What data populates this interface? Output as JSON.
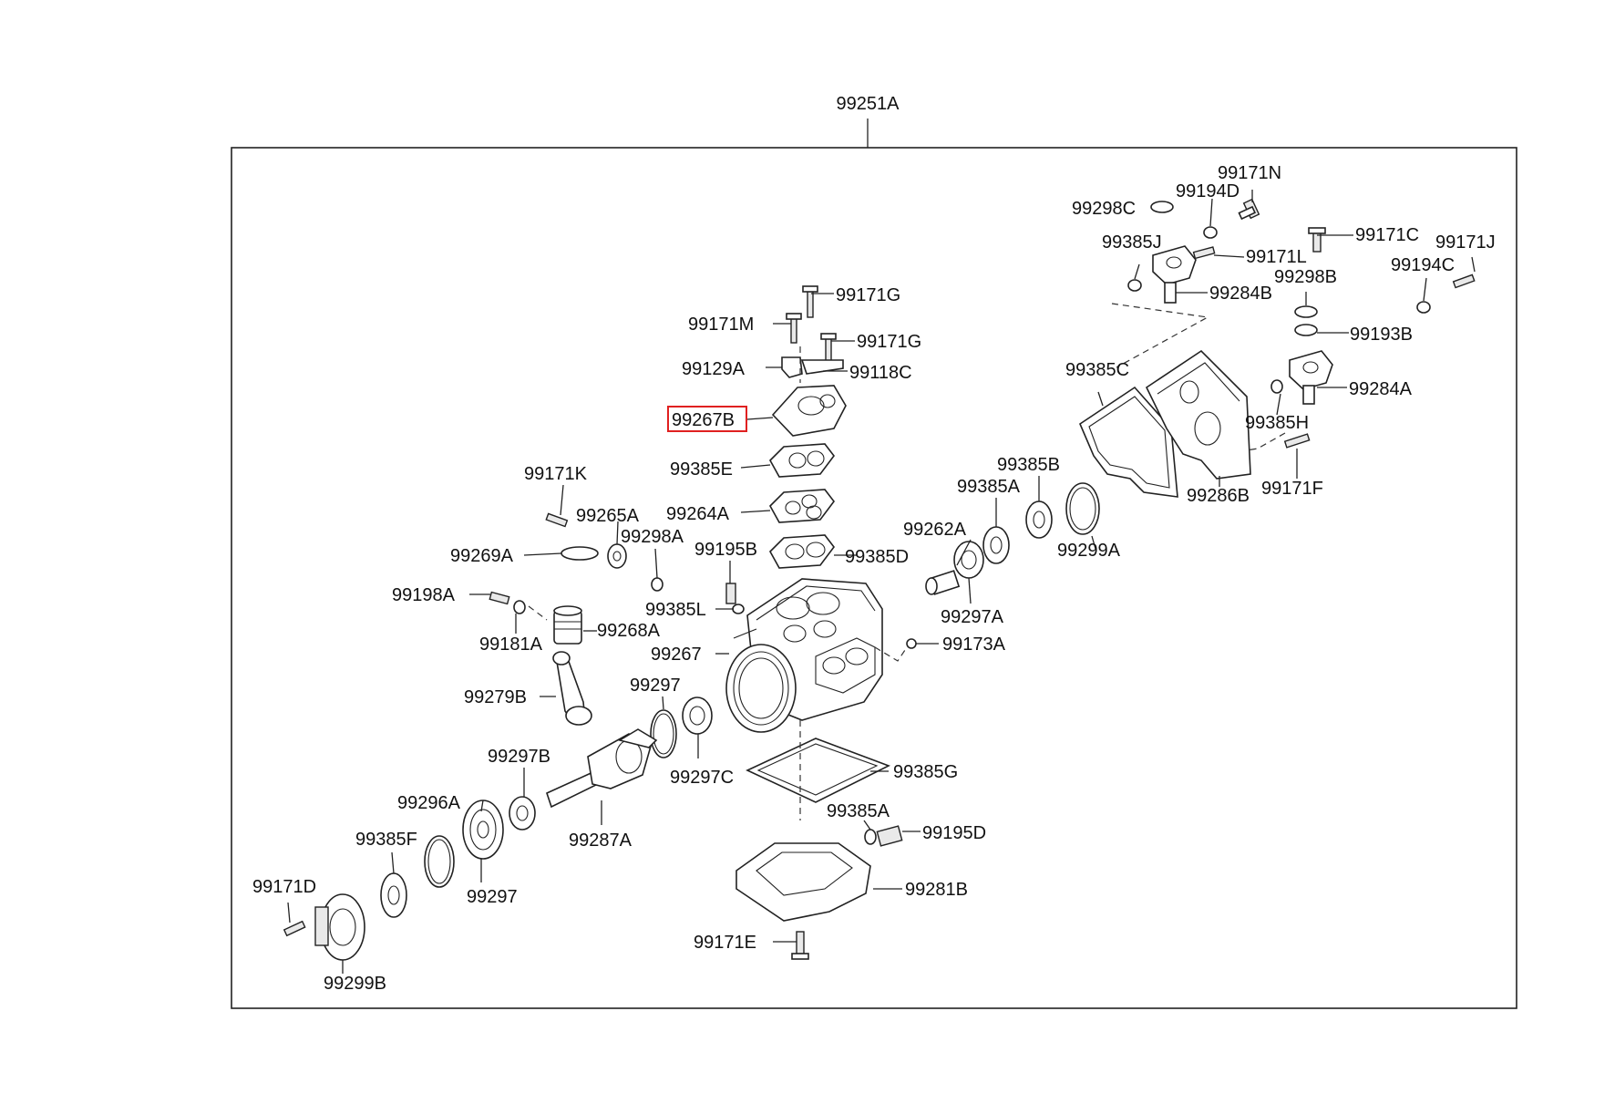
{
  "assembly_label": "99251A",
  "highlight_color": "#e02020",
  "parts": {
    "p99171N": "99171N",
    "p99194D": "99194D",
    "p99298C": "99298C",
    "p99385J": "99385J",
    "p99171C": "99171C",
    "p99171J": "99171J",
    "p99171L": "99171L",
    "p99298B": "99298B",
    "p99194C": "99194C",
    "p99284B": "99284B",
    "p99193B": "99193B",
    "p99171G_a": "99171G",
    "p99171M": "99171M",
    "p99171G_b": "99171G",
    "p99129A": "99129A",
    "p99118C": "99118C",
    "p99385C": "99385C",
    "p99284A": "99284A",
    "p99267B": "99267B",
    "p99385H": "99385H",
    "p99385E": "99385E",
    "p99385B": "99385B",
    "p99171K": "99171K",
    "p99385A_top": "99385A",
    "p99286B": "99286B",
    "p99171F": "99171F",
    "p99264A": "99264A",
    "p99265A": "99265A",
    "p99262A": "99262A",
    "p99298A": "99298A",
    "p99269A": "99269A",
    "p99195B": "99195B",
    "p99385D": "99385D",
    "p99299A": "99299A",
    "p99198A": "99198A",
    "p99385L": "99385L",
    "p99297A": "99297A",
    "p99268A": "99268A",
    "p99181A": "99181A",
    "p99173A": "99173A",
    "p99267": "99267",
    "p99297_top": "99297",
    "p99279B": "99279B",
    "p99297B": "99297B",
    "p99297C": "99297C",
    "p99385G": "99385G",
    "p99296A": "99296A",
    "p99385A_bot": "99385A",
    "p99385F": "99385F",
    "p99195D": "99195D",
    "p99287A": "99287A",
    "p99171D": "99171D",
    "p99281B": "99281B",
    "p99297_bot": "99297",
    "p99171E": "99171E",
    "p99299B": "99299B"
  }
}
